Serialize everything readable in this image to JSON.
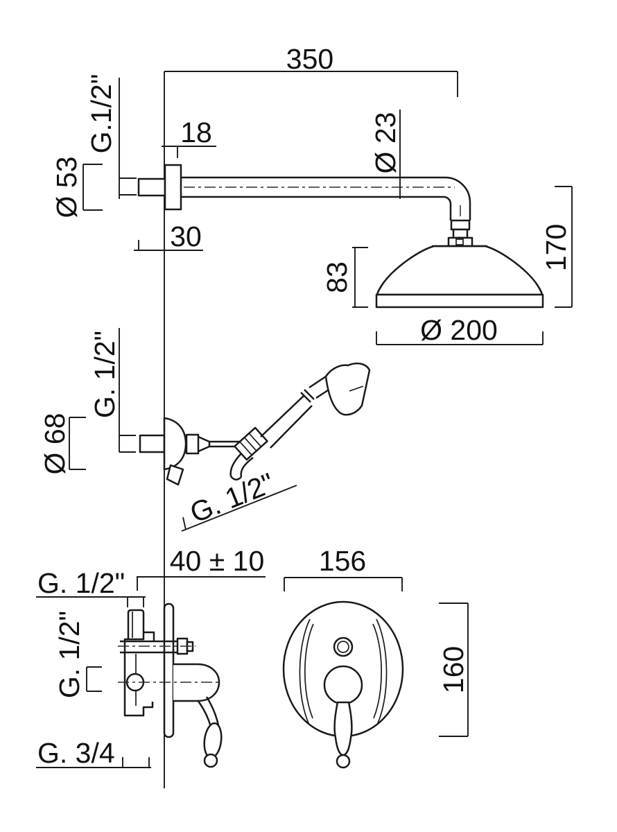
{
  "drawing": {
    "type": "technical-dimension-drawing",
    "subject": "concealed shower set with rain head, hand shower and mixer",
    "background": "#ffffff",
    "line_color": "#191919",
    "rain_shower": {
      "dim_arm_length": "350",
      "thread_wall": "G.1/2\"",
      "dim_flange_offset": "18",
      "dia_flange": "Ø 53",
      "dia_arm": "Ø 23",
      "dim_wall_depth": "30",
      "dim_head_height": "83",
      "dim_drop": "170",
      "dia_head": "Ø 200"
    },
    "hand_shower": {
      "thread_wall": "G. 1/2\"",
      "dia_flange": "Ø 68",
      "thread_hose": "G. 1/2\""
    },
    "mixer": {
      "dim_depth": "40 ± 10",
      "thread_top_inlet": "G. 1/2\"",
      "thread_side_inlet": "G. 1/2\"",
      "thread_bottom_inlet": "G. 3/4",
      "dim_plate_width": "156",
      "dim_plate_height": "160"
    }
  }
}
